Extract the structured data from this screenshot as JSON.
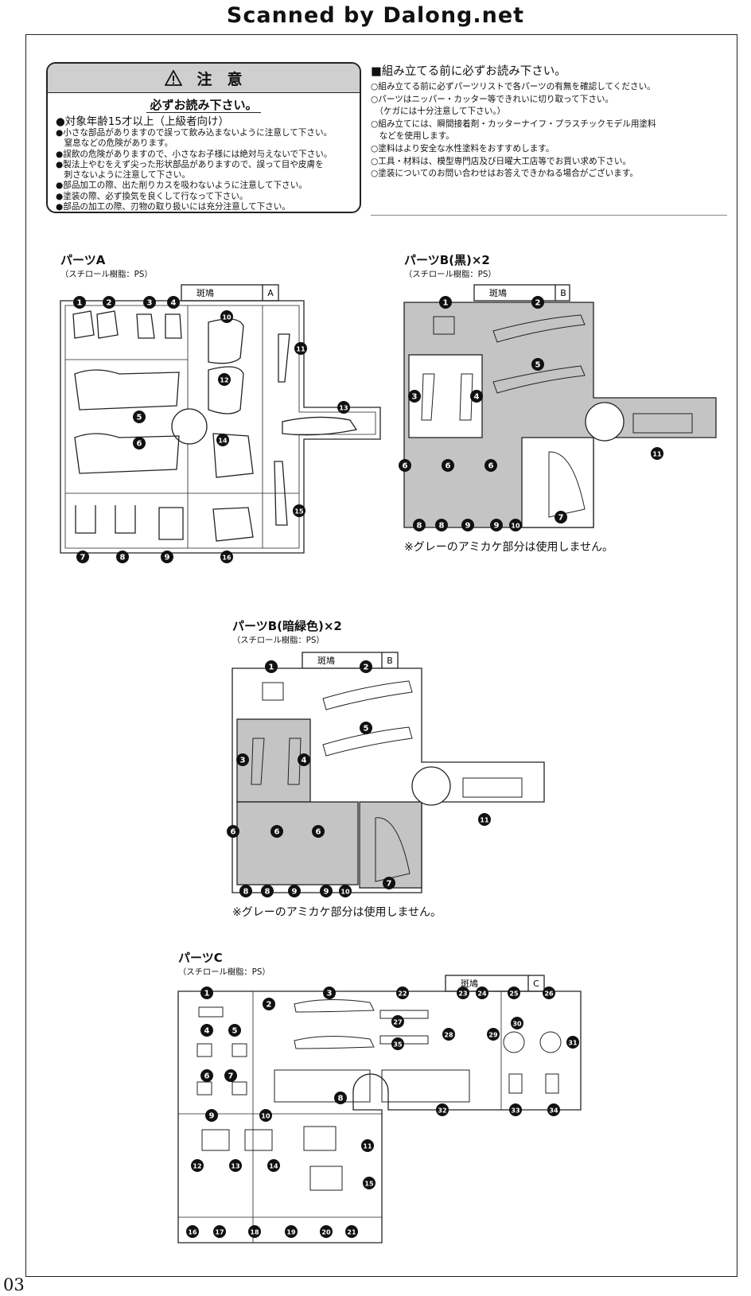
{
  "header": {
    "watermark": "Scanned by Dalong.net"
  },
  "page_number": "03",
  "caution": {
    "title": "注　意",
    "warning_icon": "warning-triangle-icon",
    "subtitle": "必ずお読み下さい。",
    "items": [
      "●対象年齢15才以上（上級者向け）",
      "●小さな部品がありますので誤って飲み込まないように注意して下さい。",
      "　窒息などの危険があります。",
      "●誤飲の危険がありますので、小さなお子様には絶対与えないで下さい。",
      "●製法上やむをえず尖った形状部品がありますので、誤って目や皮膚を",
      "　刺さないように注意して下さい。",
      "●部品加工の際、出た削りカスを吸わないように注意して下さい。",
      "●塗装の際、必ず換気を良くして行なって下さい。",
      "●部品の加工の際、刃物の取り扱いには充分注意して下さい。"
    ]
  },
  "notes": {
    "title": "■組み立てる前に必ずお読み下さい。",
    "items": [
      "○組み立てる前に必ずパーツリストで各パーツの有無を確認してください。",
      "○パーツはニッパー・カッター等できれいに切り取って下さい。",
      "　（ケガには十分注意して下さい。）",
      "○組み立てには、瞬間接着剤・カッターナイフ・プラスチックモデル用塗料",
      "　などを使用します。",
      "○塗料はより安全な水性塗料をおすすめします。",
      "○工具・材料は、模型専門店及び日曜大工店等でお買い求め下さい。",
      "○塗装についてのお問い合わせはお答えできかねる場合がございます。"
    ]
  },
  "sprues": [
    {
      "title": "パーツA",
      "material": "（スチロール樹脂：PS）",
      "tag": "斑鳩",
      "letter": "A",
      "numbers": [
        "1",
        "2",
        "3",
        "4",
        "5",
        "6",
        "7",
        "8",
        "9",
        "10",
        "11",
        "12",
        "13",
        "14",
        "15",
        "16"
      ]
    },
    {
      "title": "パーツB(黒)×2",
      "material": "（スチロール樹脂：PS）",
      "tag": "斑鳩",
      "letter": "B",
      "numbers": [
        "1",
        "2",
        "3",
        "4",
        "5",
        "6",
        "6",
        "6",
        "7",
        "8",
        "8",
        "9",
        "9",
        "10",
        "11"
      ],
      "note": "※グレーのアミカケ部分は使用しません。"
    },
    {
      "title": "パーツB(暗緑色)×2",
      "material": "（スチロール樹脂：PS）",
      "tag": "斑鳩",
      "letter": "B",
      "numbers": [
        "1",
        "2",
        "3",
        "4",
        "5",
        "6",
        "6",
        "6",
        "7",
        "8",
        "8",
        "9",
        "9",
        "10",
        "11"
      ],
      "note": "※グレーのアミカケ部分は使用しません。"
    },
    {
      "title": "パーツC",
      "material": "（スチロール樹脂：PS）",
      "tag": "斑鳩",
      "letter": "C",
      "numbers": [
        "1",
        "2",
        "3",
        "4",
        "5",
        "6",
        "7",
        "8",
        "9",
        "10",
        "11",
        "12",
        "13",
        "14",
        "15",
        "16",
        "17",
        "18",
        "19",
        "20",
        "21",
        "22",
        "23",
        "24",
        "25",
        "26",
        "27",
        "28",
        "29",
        "30",
        "31",
        "32",
        "33",
        "34",
        "35"
      ]
    }
  ],
  "colors": {
    "ink": "#111111",
    "shade": "#bdbdbd",
    "caution_bar": "#cfcfcf"
  }
}
